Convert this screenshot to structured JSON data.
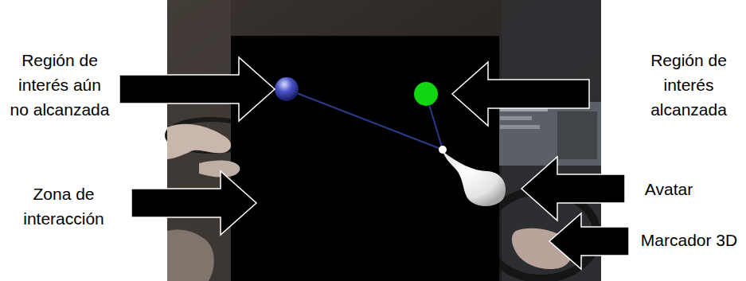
{
  "diagram": {
    "labels": [
      "Región de interés aún no alcanzada",
      "Región de interés alcanzada",
      "Zona de interacción",
      "Avatar",
      "Marcador 3D"
    ]
  }
}
